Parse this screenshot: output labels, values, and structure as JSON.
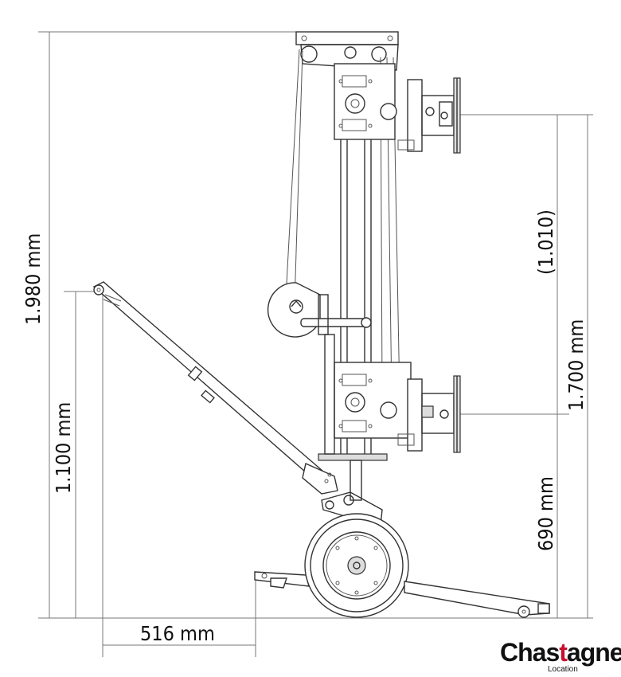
{
  "dimensions": {
    "total_height": "1.980 mm",
    "arm_height": "1.100 mm",
    "ref_height": "(1.010)",
    "upper_pad_height": "1.700 mm",
    "lower_pad_height": "690 mm",
    "arm_offset": "516 mm"
  },
  "logo": {
    "brand_pre": "Chas",
    "brand_accent": "t",
    "brand_post": "agner",
    "subtitle": "Location",
    "accent_color": "#c8102e"
  }
}
